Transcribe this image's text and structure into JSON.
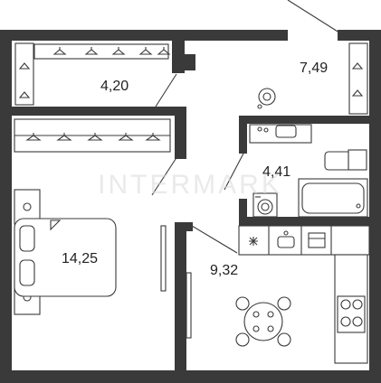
{
  "floor_plan": {
    "rooms": [
      {
        "id": "wardrobe",
        "area": "4,20"
      },
      {
        "id": "hallway",
        "area": "7,49"
      },
      {
        "id": "bathroom",
        "area": "4,41"
      },
      {
        "id": "bedroom",
        "area": "14,25"
      },
      {
        "id": "kitchen",
        "area": "9,32"
      }
    ],
    "watermark": "INTERMARK",
    "colors": {
      "wall": "#3a3a3a",
      "background": "#ffffff",
      "line": "#3a3a3a"
    }
  }
}
